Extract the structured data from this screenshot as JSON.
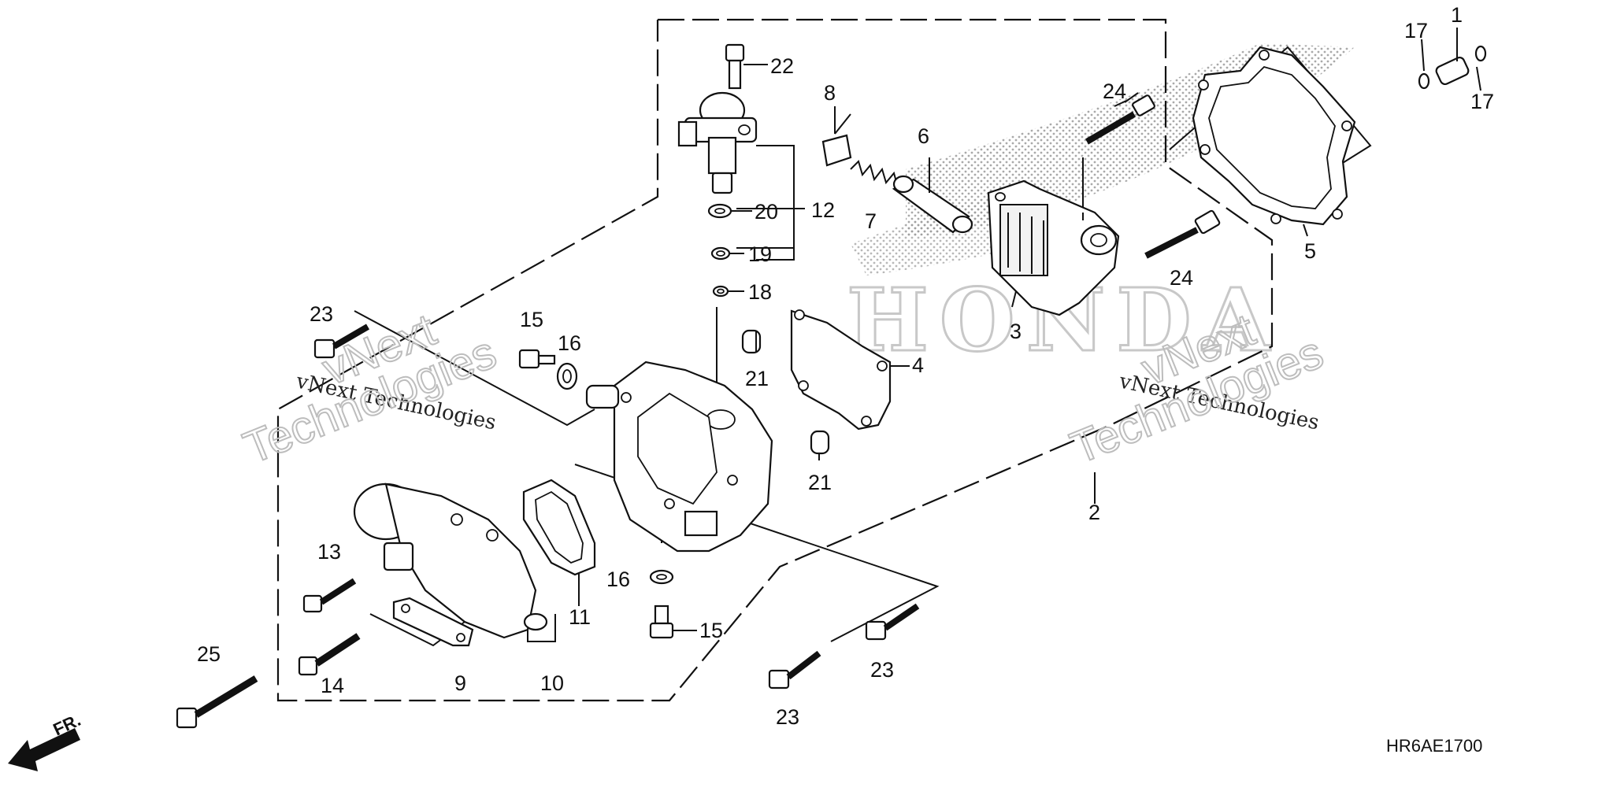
{
  "diagram": {
    "code": "HR6AE1700",
    "direction": "FR.",
    "watermark_text": "vNext Technologies",
    "watermark_vnext": "vNext",
    "watermark_tech": "Technologies",
    "brand_watermark": "HONDA",
    "callouts": {
      "c1": "1",
      "c2": "2",
      "c3": "3",
      "c4": "4",
      "c5": "5",
      "c6": "6",
      "c7": "7",
      "c8": "8",
      "c9": "9",
      "c10": "10",
      "c11": "11",
      "c12": "12",
      "c13": "13",
      "c14": "14",
      "c15a": "15",
      "c15b": "15",
      "c16a": "16",
      "c16b": "16",
      "c17a": "17",
      "c17b": "17",
      "c18": "18",
      "c19": "19",
      "c20": "20",
      "c21a": "21",
      "c21b": "21",
      "c22": "22",
      "c23a": "23",
      "c23b": "23",
      "c23c": "23",
      "c24a": "24",
      "c24b": "24",
      "c25": "25"
    }
  }
}
